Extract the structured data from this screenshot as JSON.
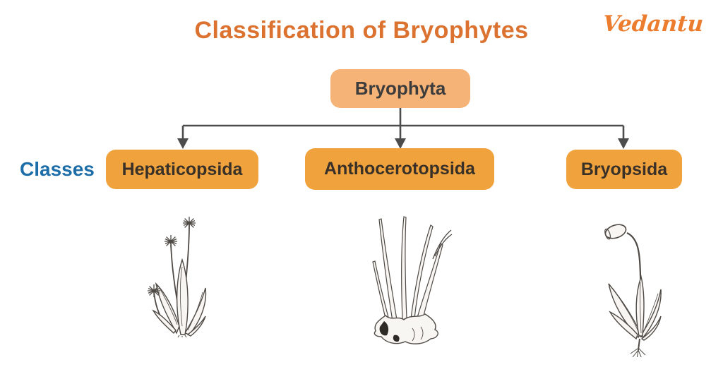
{
  "header": {
    "title": "Classification of Bryophytes",
    "logo": "Vedantu"
  },
  "colors": {
    "title": "#DB7230",
    "logo": "#ED7D2E",
    "root_box_fill": "#F5B377",
    "class_box_fill": "#F0A23D",
    "box_text": "#393128",
    "classes_label": "#1C6DA8",
    "connector": "#4C4C4C",
    "sketch_stroke": "#4F4A45"
  },
  "diagram": {
    "root_label": "Bryophyta",
    "classes_label": "Classes",
    "classes": [
      {
        "label": "Hepaticopsida",
        "illustration": "marchantia-liverwort-sketch"
      },
      {
        "label": "Anthocerotopsida",
        "illustration": "anthoceros-hornwort-sketch"
      },
      {
        "label": "Bryopsida",
        "illustration": "moss-with-capsule-sketch"
      }
    ]
  }
}
